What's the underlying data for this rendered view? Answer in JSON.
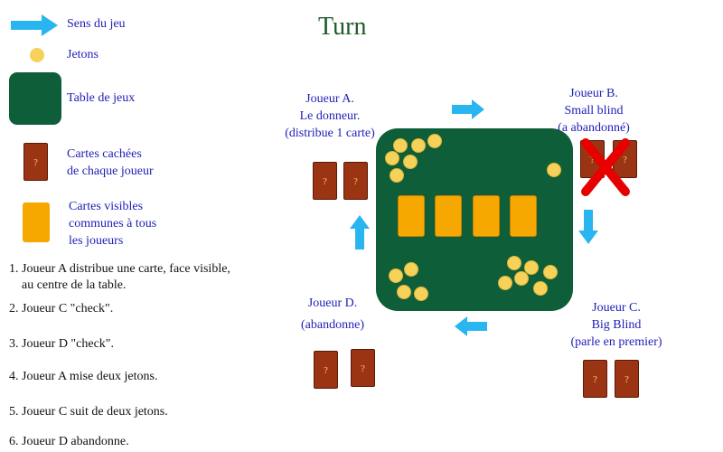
{
  "title": "Turn",
  "legend": {
    "direction": "Sens du jeu",
    "chips": "Jetons",
    "table": "Table de jeux",
    "hidden_cards": [
      "Cartes cachées",
      "de chaque joueur"
    ],
    "visible_cards": [
      "Cartes visibles",
      "communes à tous",
      "les joueurs"
    ]
  },
  "steps": [
    [
      "1. Joueur A distribue une carte, face visible,",
      "au centre de la table."
    ],
    "2. Joueur C \"check\".",
    "3. Joueur D \"check\".",
    "4. Joueur A mise deux jetons.",
    "5. Joueur C suit de deux jetons.",
    "6. Joueur D abandonne."
  ],
  "players": {
    "a": [
      "Joueur A.",
      "Le donneur.",
      "(distribue 1 carte)"
    ],
    "b": [
      "Joueur B.",
      "Small blind",
      "(a abandonné)"
    ],
    "c": [
      "Joueur C.",
      "Big Blind",
      "(parle en premier)"
    ],
    "d": [
      "Joueur D.",
      "(abandonne)"
    ]
  },
  "card_mark": "?",
  "colors": {
    "table": "#0f5e3a",
    "arrow": "#29b6f0",
    "chip": "#f6d25a",
    "hidden_card": "#9a3412",
    "visible_card": "#f7a800",
    "fold_cross": "#e60000",
    "player_text": "#2020b8",
    "title": "#1e5a2a"
  },
  "icons": {
    "direction": "arrow-right-icon",
    "fold": "cross-icon"
  }
}
